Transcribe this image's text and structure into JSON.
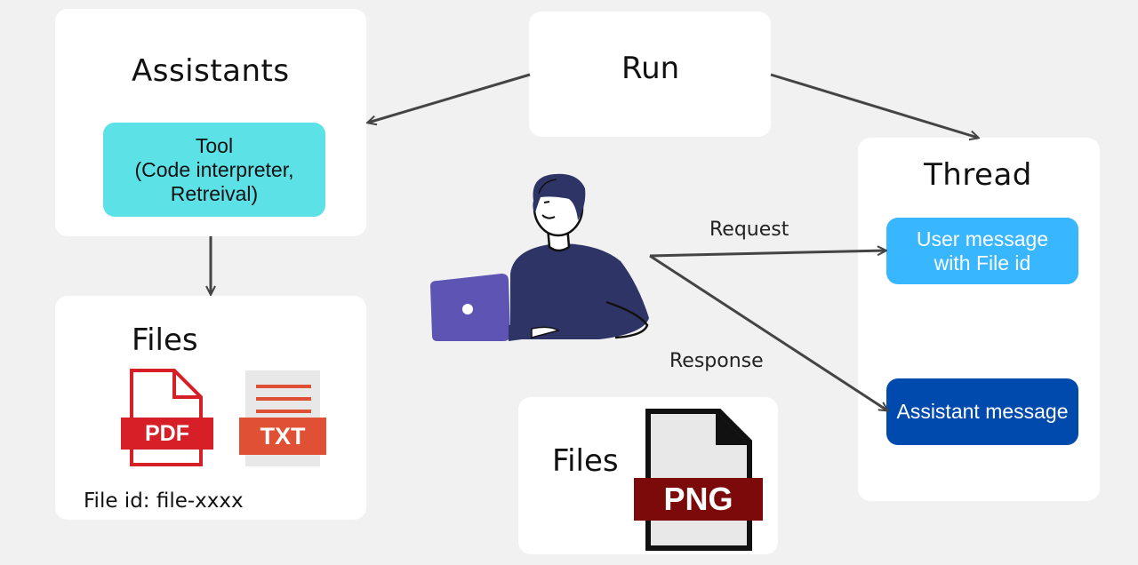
{
  "assistants": {
    "title": "Assistants",
    "tool_text": "Tool\n(Code interpreter,\nRetreival)"
  },
  "run": {
    "title": "Run"
  },
  "files_left": {
    "title": "Files",
    "pdf_label": "PDF",
    "txt_label": "TXT",
    "file_id": "File id: file-xxxx"
  },
  "files_png": {
    "title": "Files",
    "png_label": "PNG"
  },
  "thread": {
    "title": "Thread",
    "user_message": "User message\nwith File id",
    "assistant_message": "Assistant message"
  },
  "edges": {
    "request": "Request",
    "response": "Response"
  },
  "colors": {
    "tool": "#5ce1e6",
    "user_message": "#38b6ff",
    "assistant_message": "#004aad",
    "pdf": "#d61f26",
    "txt": "#e05034",
    "png": "#7d0a0a",
    "person_shirt": "#2e3466",
    "laptop": "#5e54b3"
  }
}
